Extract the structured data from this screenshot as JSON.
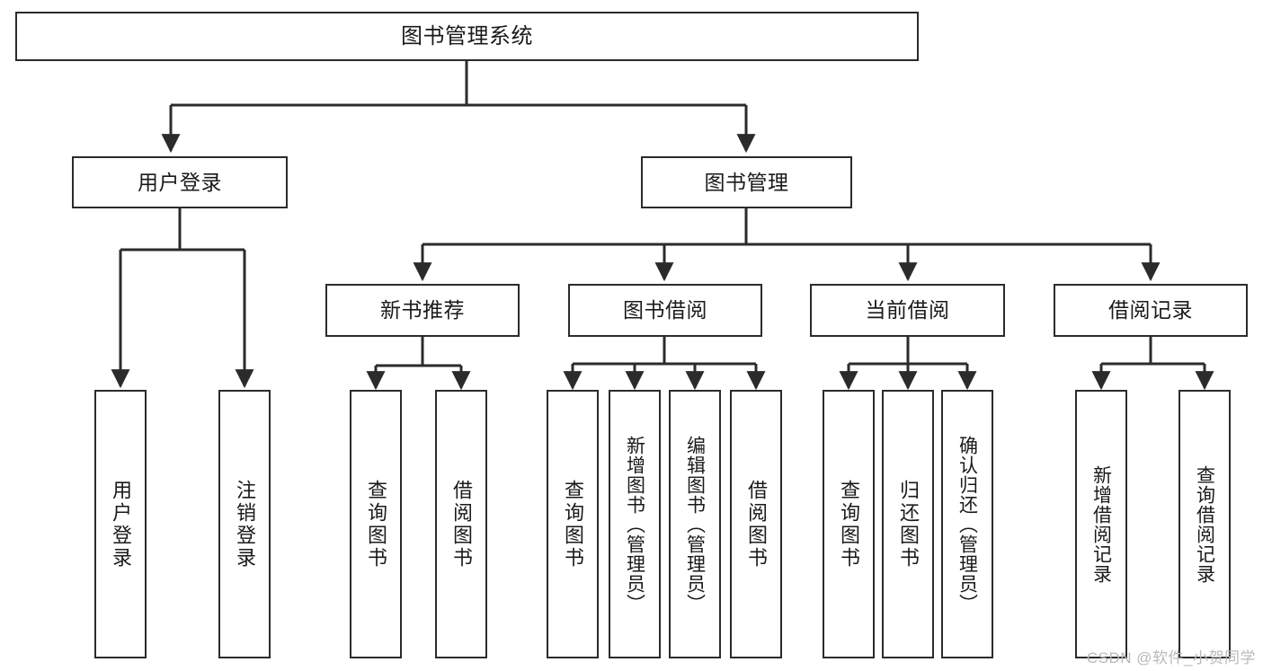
{
  "diagram": {
    "title": "图书管理系统",
    "type": "tree",
    "watermark": "CSDN @软件_小贺同学",
    "stroke_color": "#2b2b2b",
    "background_color": "#ffffff",
    "watermark_color": "#b9b9b9",
    "levels": [
      {
        "level": 1,
        "nodes": [
          "图书管理系统"
        ]
      },
      {
        "level": 2,
        "nodes": [
          "用户登录",
          "图书管理"
        ]
      },
      {
        "level": 3,
        "nodes": [
          "新书推荐",
          "图书借阅",
          "当前借阅",
          "借阅记录"
        ]
      },
      {
        "level": 4,
        "nodes": [
          "用户登录",
          "注销登录",
          "查询图书",
          "借阅图书",
          "查询图书",
          "新增图书（管理员）",
          "编辑图书（管理员）",
          "借阅图书",
          "查询图书",
          "归还图书",
          "确认归还（管理员）",
          "新增借阅记录",
          "查询借阅记录"
        ]
      }
    ],
    "root": {
      "label": "图书管理系统",
      "children": [
        {
          "label": "用户登录",
          "children": [
            {
              "label": "用户登录"
            },
            {
              "label": "注销登录"
            }
          ]
        },
        {
          "label": "图书管理",
          "children": [
            {
              "label": "新书推荐",
              "children": [
                {
                  "label": "查询图书"
                },
                {
                  "label": "借阅图书"
                }
              ]
            },
            {
              "label": "图书借阅",
              "children": [
                {
                  "label": "查询图书"
                },
                {
                  "label": "新增图书（管理员）"
                },
                {
                  "label": "编辑图书（管理员）"
                },
                {
                  "label": "借阅图书"
                }
              ]
            },
            {
              "label": "当前借阅",
              "children": [
                {
                  "label": "查询图书"
                },
                {
                  "label": "归还图书"
                },
                {
                  "label": "确认归还（管理员）"
                }
              ]
            },
            {
              "label": "借阅记录",
              "children": [
                {
                  "label": "新增借阅记录"
                },
                {
                  "label": "查询借阅记录"
                }
              ]
            }
          ]
        }
      ]
    },
    "nodes": {
      "root": "图书管理系统",
      "user_login": "用户登录",
      "book_manage": "图书管理",
      "new_book_rec": "新书推荐",
      "book_borrow": "图书借阅",
      "current_borrow": "当前借阅",
      "borrow_record": "借阅记录",
      "leaf_user_login": "用户登录",
      "leaf_user_logout": "注销登录",
      "leaf_rec_query": "查询图书",
      "leaf_rec_borrow": "借阅图书",
      "leaf_bb_query": "查询图书",
      "leaf_bb_add": "新增图书（管理员）",
      "leaf_bb_edit": "编辑图书（管理员）",
      "leaf_bb_borrow": "借阅图书",
      "leaf_cb_query": "查询图书",
      "leaf_cb_return": "归还图书",
      "leaf_cb_confirm": "确认归还（管理员）",
      "leaf_br_add": "新增借阅记录",
      "leaf_br_query": "查询借阅记录"
    }
  }
}
